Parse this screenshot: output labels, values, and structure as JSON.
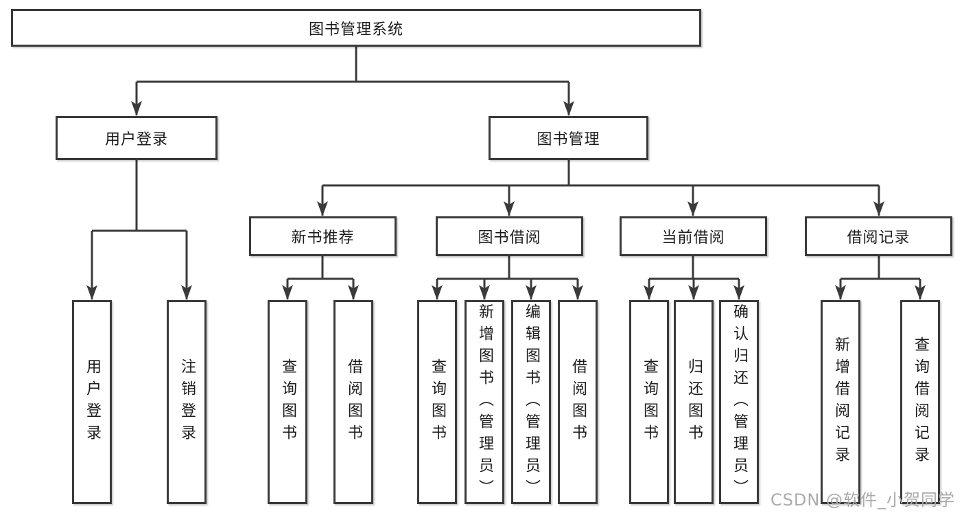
{
  "tree": {
    "label": "图书管理系统",
    "children": [
      {
        "label": "用户登录",
        "children": [
          {
            "label": "用户登录"
          },
          {
            "label": "注销登录"
          }
        ]
      },
      {
        "label": "图书管理",
        "children": [
          {
            "label": "新书推荐",
            "children": [
              {
                "label": "查询图书"
              },
              {
                "label": "借阅图书"
              }
            ]
          },
          {
            "label": "图书借阅",
            "children": [
              {
                "label": "查询图书"
              },
              {
                "label": "新增图书（管理员）"
              },
              {
                "label": "编辑图书（管理员）"
              },
              {
                "label": "借阅图书"
              }
            ]
          },
          {
            "label": "当前借阅",
            "children": [
              {
                "label": "查询图书"
              },
              {
                "label": "归还图书"
              },
              {
                "label": "确认归还（管理员）"
              }
            ]
          },
          {
            "label": "借阅记录",
            "children": [
              {
                "label": "新增借阅记录"
              },
              {
                "label": "查询借阅记录"
              }
            ]
          }
        ]
      }
    ]
  },
  "watermark": {
    "text": "CSDN @软件_小贺同学"
  },
  "colors": {
    "line": "#3a3a3a",
    "text": "#1c1c1c",
    "box_fill": "#ffffff",
    "watermark": "#ababab"
  }
}
